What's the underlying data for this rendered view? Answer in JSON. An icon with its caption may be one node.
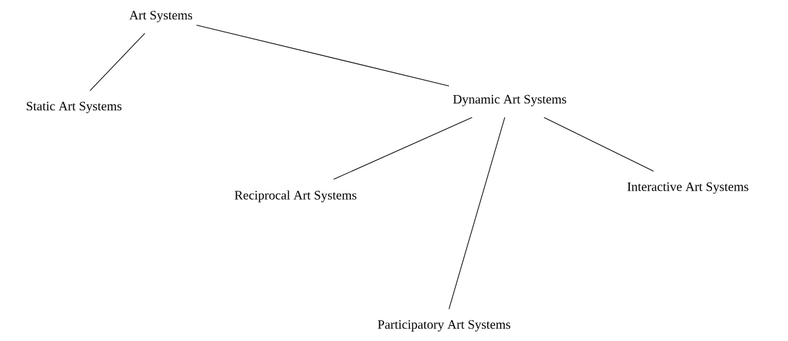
{
  "diagram": {
    "nodes": [
      {
        "text": [
          "Art Systems"
        ]
      },
      {
        "text": [
          "Static Art Systems"
        ]
      },
      {
        "text": [
          "Dynamic Art Systems"
        ]
      },
      {
        "text": [
          "Reciprocal Art Systems"
        ]
      },
      {
        "text": [
          "Interactive Art Systems"
        ]
      },
      {
        "text": [
          "Participatory Art Systems"
        ]
      }
    ],
    "edges": [
      {
        "from": 0,
        "to": 1,
        "arrow": "none"
      },
      {
        "from": 0,
        "to": 2,
        "arrow": "none"
      },
      {
        "from": 2,
        "to": 3,
        "arrow": "none"
      },
      {
        "from": 2,
        "to": 5,
        "arrow": "none"
      },
      {
        "from": 2,
        "to": 4,
        "arrow": "none"
      }
    ]
  }
}
